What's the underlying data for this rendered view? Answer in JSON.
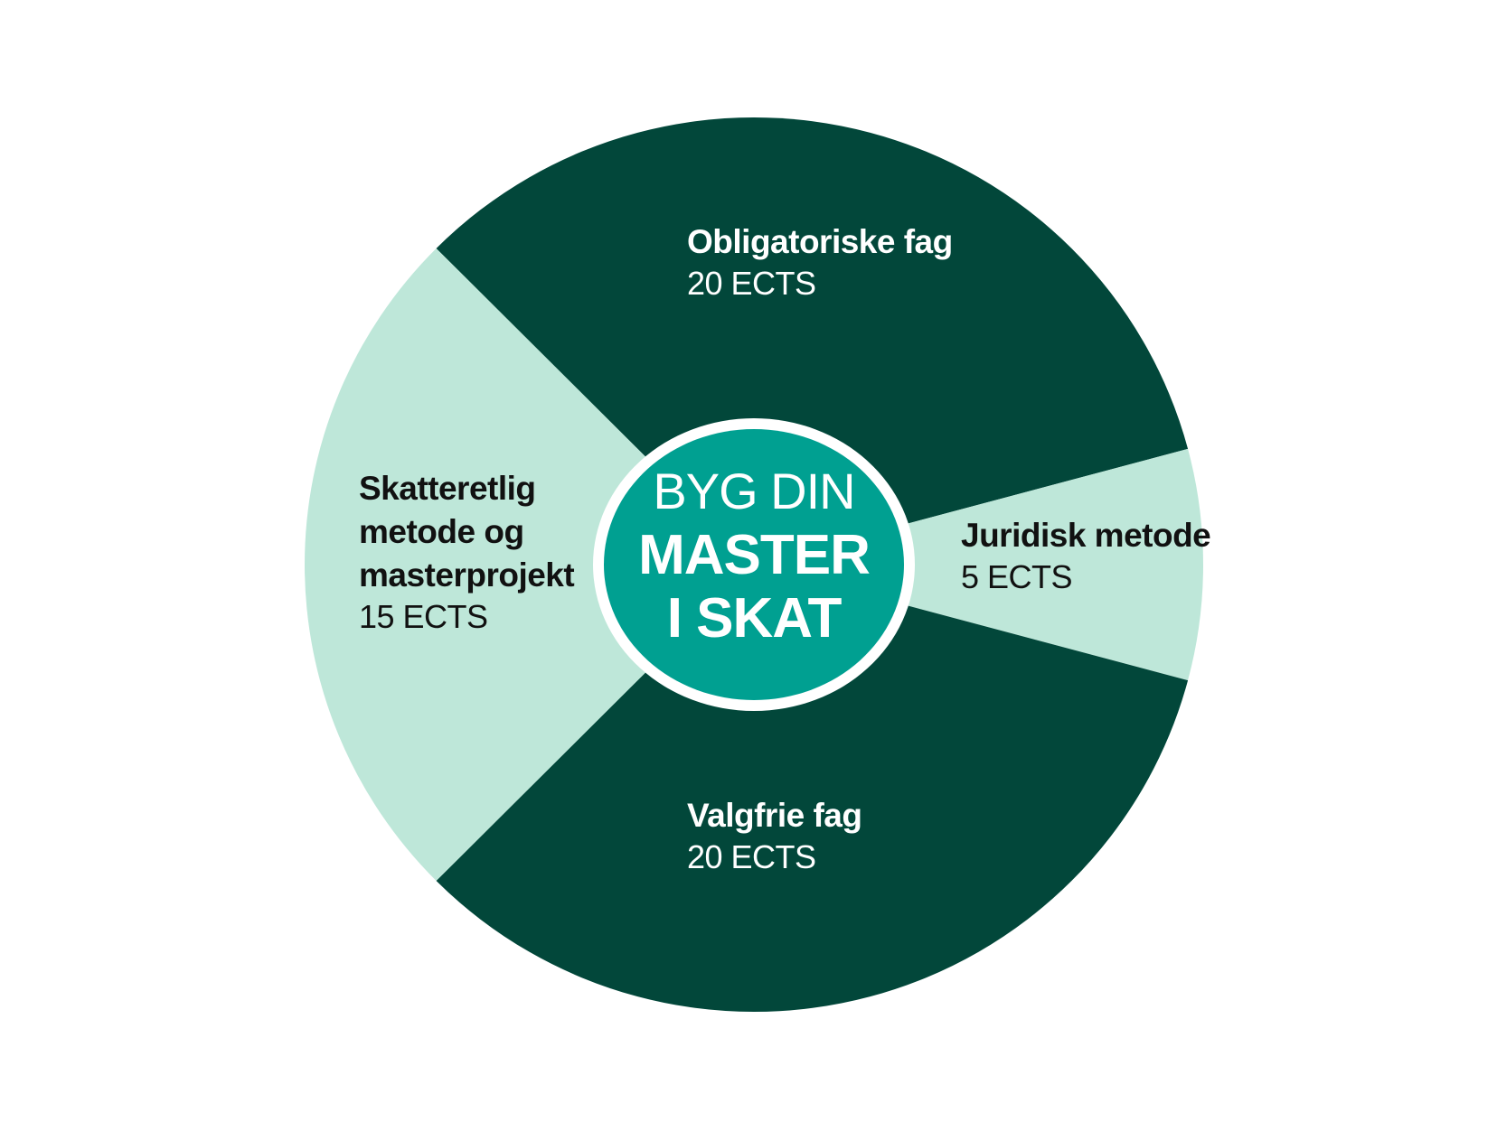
{
  "chart_data": {
    "type": "pie",
    "slices": [
      {
        "title_lines": [
          "Obligatoriske fag"
        ],
        "value": 20,
        "value_label": "20 ECTS",
        "color": "#02473a",
        "text_color": "#ffffff"
      },
      {
        "title_lines": [
          "Juridisk metode"
        ],
        "value": 5,
        "value_label": "5 ECTS",
        "color": "#bee7d9",
        "text_color": "#111111"
      },
      {
        "title_lines": [
          "Valgfrie fag"
        ],
        "value": 20,
        "value_label": "20 ECTS",
        "color": "#02473a",
        "text_color": "#ffffff"
      },
      {
        "title_lines": [
          "Skatteretlig",
          "metode og",
          "masterprojekt"
        ],
        "value": 15,
        "value_label": "15 ECTS",
        "color": "#bee7d9",
        "text_color": "#111111"
      }
    ],
    "center": {
      "line1": "BYG DIN",
      "line2": "MASTER",
      "line3": "I SKAT",
      "fill": "#00a091",
      "ring": "#ffffff",
      "text_color": "#ffffff"
    }
  }
}
